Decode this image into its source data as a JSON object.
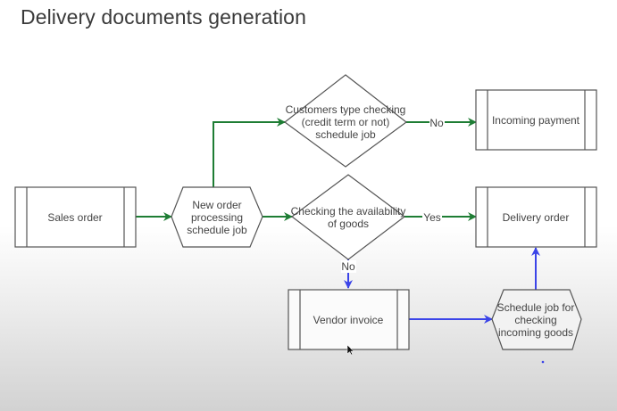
{
  "title": "Delivery documents generation",
  "nodes": {
    "sales_order": {
      "label": [
        "Sales order"
      ],
      "type": "predefined-process"
    },
    "new_order": {
      "label": [
        "New order",
        "processing",
        "schedule job"
      ],
      "type": "preparation"
    },
    "customers_check": {
      "label": [
        "Customers type checking",
        "(credit term or not)",
        "schedule job"
      ],
      "type": "decision"
    },
    "availability_check": {
      "label": [
        "Checking the availability",
        "of goods"
      ],
      "type": "decision"
    },
    "incoming_payment": {
      "label": [
        "Incoming payment"
      ],
      "type": "predefined-process"
    },
    "delivery_order": {
      "label": [
        "Delivery order"
      ],
      "type": "predefined-process"
    },
    "vendor_invoice": {
      "label": [
        "Vendor invoice"
      ],
      "type": "predefined-process"
    },
    "schedule_incoming": {
      "label": [
        "Schedule job for",
        "checking",
        "incoming goods"
      ],
      "type": "preparation"
    }
  },
  "edges": [
    {
      "from": "sales_order",
      "to": "new_order",
      "label": "",
      "color": "#1e7d34"
    },
    {
      "from": "new_order",
      "to": "customers_check",
      "label": "",
      "color": "#1e7d34"
    },
    {
      "from": "new_order",
      "to": "availability_check",
      "label": "",
      "color": "#1e7d34"
    },
    {
      "from": "customers_check",
      "to": "incoming_payment",
      "label": "No",
      "color": "#1e7d34"
    },
    {
      "from": "availability_check",
      "to": "delivery_order",
      "label": "Yes",
      "color": "#1e7d34"
    },
    {
      "from": "availability_check",
      "to": "vendor_invoice",
      "label": "No",
      "color": "#3b44e8"
    },
    {
      "from": "vendor_invoice",
      "to": "schedule_incoming",
      "label": "",
      "color": "#3b44e8"
    },
    {
      "from": "schedule_incoming",
      "to": "delivery_order",
      "label": "",
      "color": "#3b44e8"
    }
  ],
  "colors": {
    "yes_path": "#1e7d34",
    "no_path": "#3b44e8",
    "shape_stroke": "#555555",
    "text": "#444444"
  }
}
